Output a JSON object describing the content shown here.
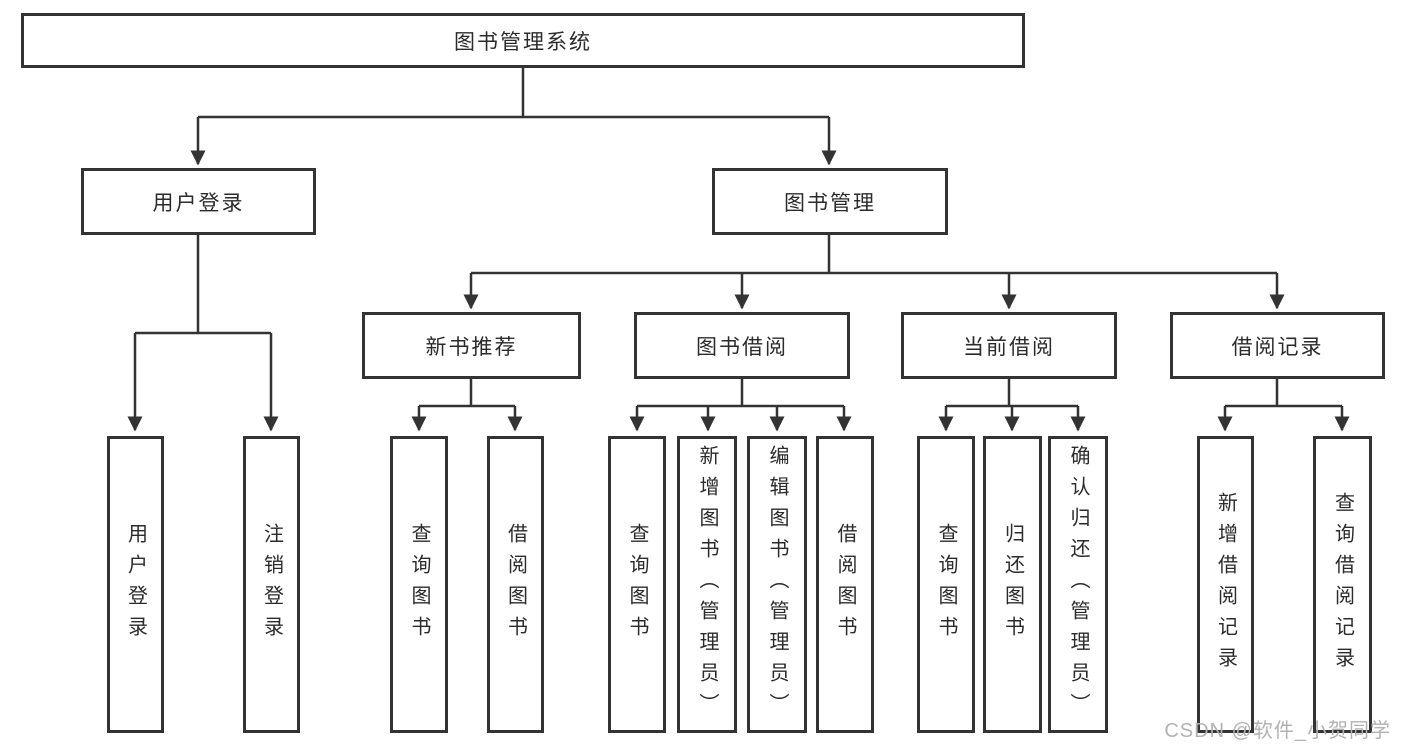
{
  "watermark": "CSDN @软件_小贺同学",
  "colors": {
    "line": "#333333",
    "box_border": "#333333",
    "text": "#2b2b2b",
    "watermark": "#b2b2b2",
    "background": "#ffffff"
  },
  "tree": {
    "label": "图书管理系统",
    "children": [
      {
        "label": "用户登录",
        "children": [
          {
            "label": "用户登录"
          },
          {
            "label": "注销登录"
          }
        ]
      },
      {
        "label": "图书管理",
        "children": [
          {
            "label": "新书推荐",
            "children": [
              {
                "label": "查询图书"
              },
              {
                "label": "借阅图书"
              }
            ]
          },
          {
            "label": "图书借阅",
            "children": [
              {
                "label": "查询图书"
              },
              {
                "label": "新增图书（管理员）"
              },
              {
                "label": "编辑图书（管理员）"
              },
              {
                "label": "借阅图书"
              }
            ]
          },
          {
            "label": "当前借阅",
            "children": [
              {
                "label": "查询图书"
              },
              {
                "label": "归还图书"
              },
              {
                "label": "确认归还（管理员）"
              }
            ]
          },
          {
            "label": "借阅记录",
            "children": [
              {
                "label": "新增借阅记录"
              },
              {
                "label": "查询借阅记录"
              }
            ]
          }
        ]
      }
    ]
  }
}
